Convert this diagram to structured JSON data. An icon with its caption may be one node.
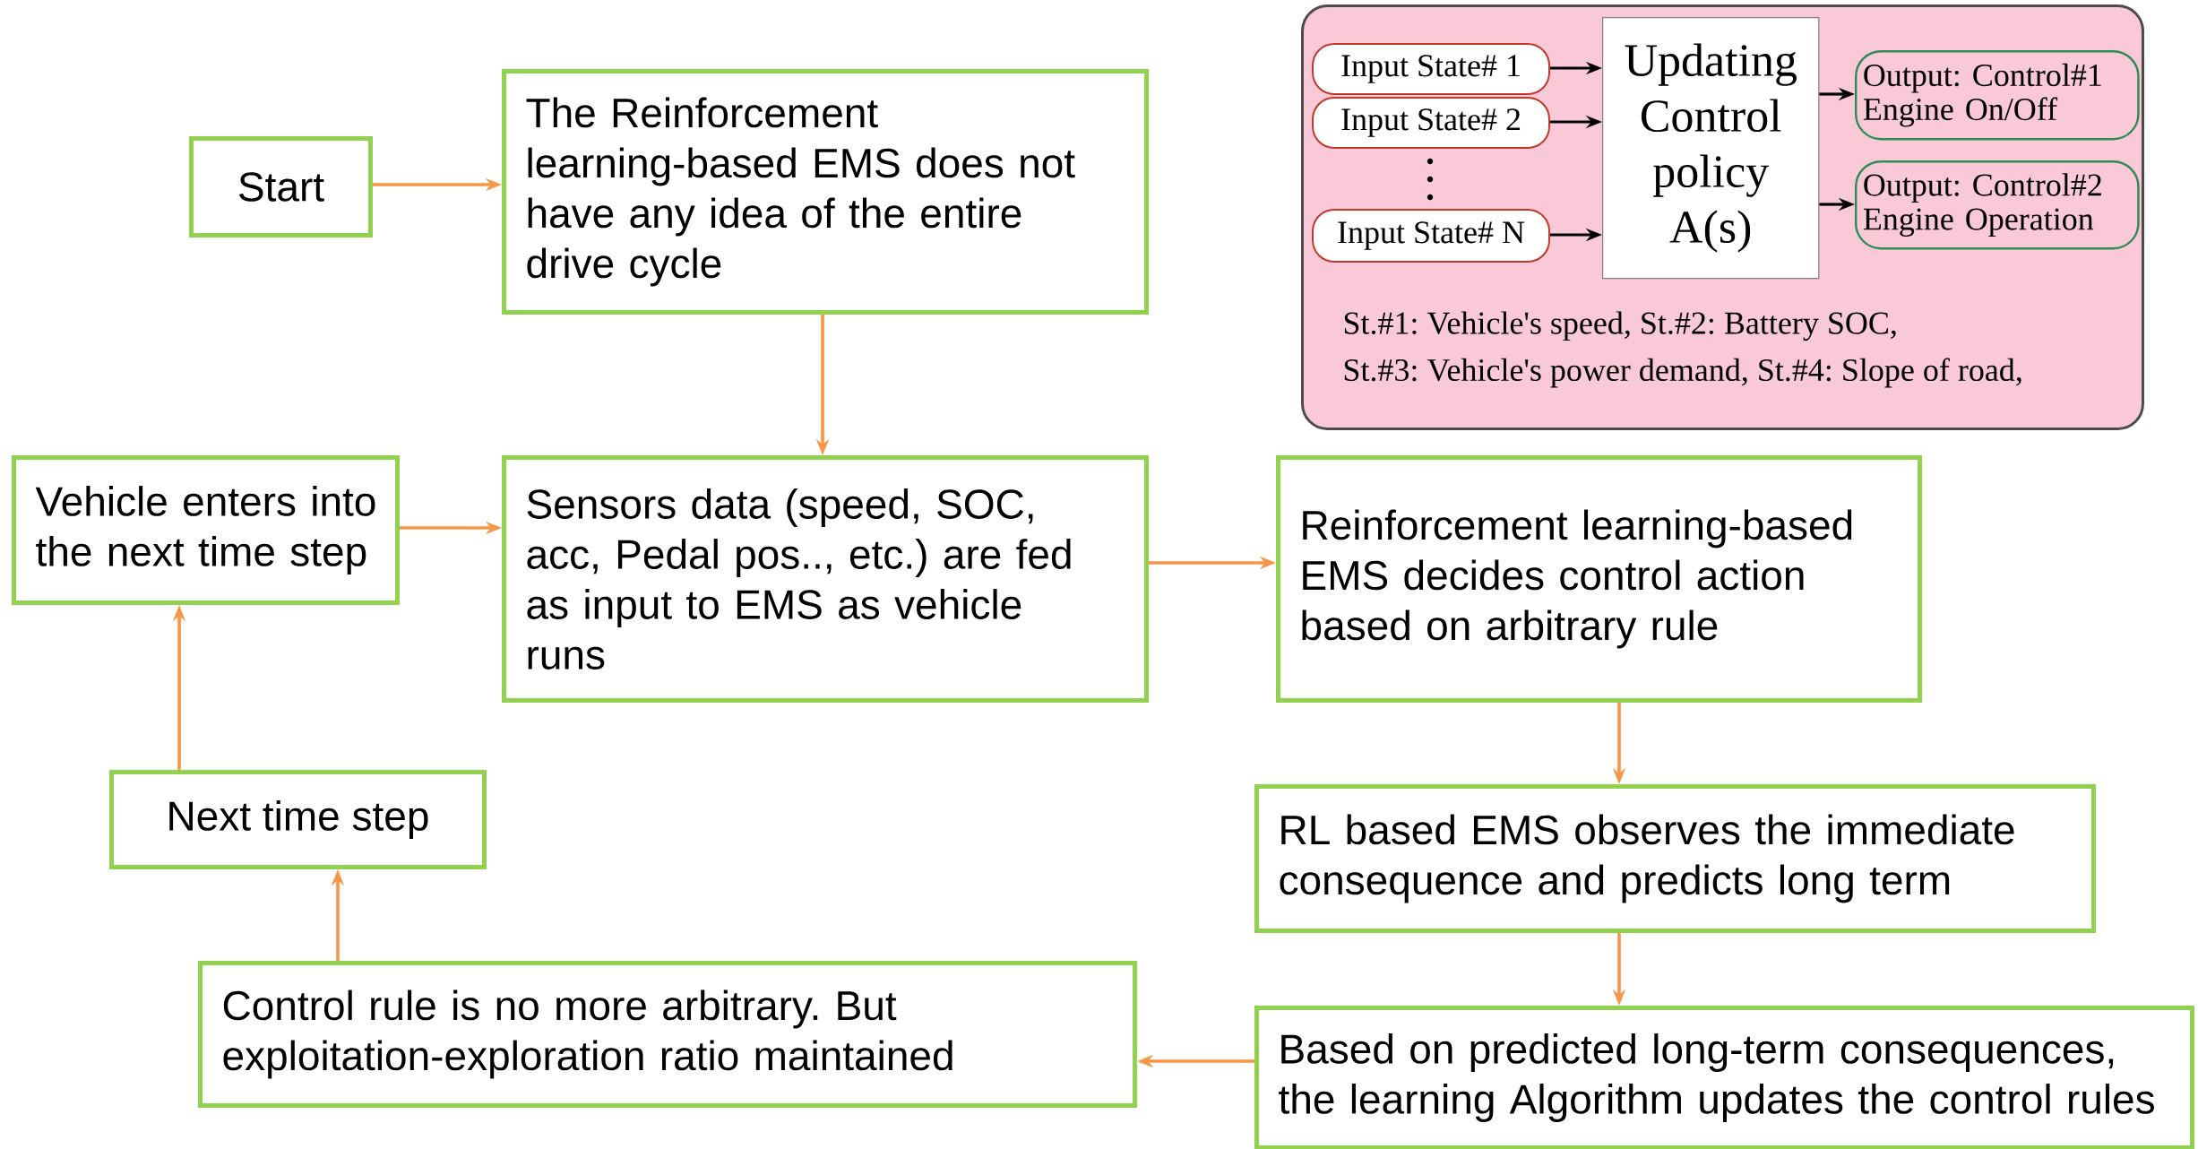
{
  "diagram": {
    "nodes": [
      {
        "text": [
          "Start"
        ]
      },
      {
        "text": [
          "The Reinforcement learning-based EMS does not have any idea of the entire drive cycle"
        ]
      },
      {
        "text": [
          "St.#1: Vehicle's speed, St.#2: Battery SOC,",
          "St.#3: Vehicle's power demand, St.#4: Slope of road,"
        ]
      },
      {
        "text": [
          "Input State# 1"
        ],
        "in": 2
      },
      {
        "text": [
          "Input State# 2"
        ],
        "in": 2
      },
      {
        "text": [
          "Input State# N"
        ],
        "in": 2
      },
      {
        "text": [
          "Updating Control policy A(s)"
        ],
        "in": 2
      },
      {
        "text": [
          "Output: Control#1 Engine On/Off"
        ],
        "in": 2
      },
      {
        "text": [
          "Output: Control#2 Engine Operation"
        ],
        "in": 2
      },
      {
        "text": [
          "Vehicle enters into the next time step"
        ]
      },
      {
        "text": [
          "Sensors data (speed, SOC, acc, Pedal pos.., etc.) are fed as input to EMS as vehicle runs"
        ]
      },
      {
        "text": [
          "Reinforcement learning-based EMS decides control action based on arbitrary rule"
        ]
      },
      {
        "text": [
          "Next time step"
        ]
      },
      {
        "text": [
          "RL based EMS observes the immediate consequence and predicts long term"
        ]
      },
      {
        "text": [
          "Control rule is no more arbitrary. But exploitation-exploration ratio maintained"
        ]
      },
      {
        "text": [
          "Based on predicted long-term consequences, the learning Algorithm updates the control rules"
        ]
      }
    ],
    "edges": [
      {
        "from": 0,
        "to": 1,
        "arrow": "to"
      },
      {
        "from": 1,
        "to": 10,
        "arrow": "to"
      },
      {
        "from": 3,
        "to": 6,
        "arrow": "to",
        "color": "#000000"
      },
      {
        "from": 4,
        "to": 6,
        "arrow": "to",
        "color": "#000000"
      },
      {
        "from": 5,
        "to": 6,
        "arrow": "to",
        "color": "#000000"
      },
      {
        "from": 6,
        "to": 7,
        "arrow": "to",
        "color": "#000000"
      },
      {
        "from": 6,
        "to": 8,
        "arrow": "to",
        "color": "#000000"
      },
      {
        "from": 9,
        "to": 10,
        "arrow": "to"
      },
      {
        "from": 10,
        "to": 11,
        "arrow": "to"
      },
      {
        "from": 11,
        "to": 13,
        "arrow": "to"
      },
      {
        "from": 13,
        "to": 15,
        "arrow": "to"
      },
      {
        "from": 15,
        "to": 14,
        "arrow": "to"
      },
      {
        "from": 14,
        "to": 12,
        "arrow": "to"
      },
      {
        "from": 12,
        "to": 9,
        "arrow": "to"
      }
    ]
  }
}
